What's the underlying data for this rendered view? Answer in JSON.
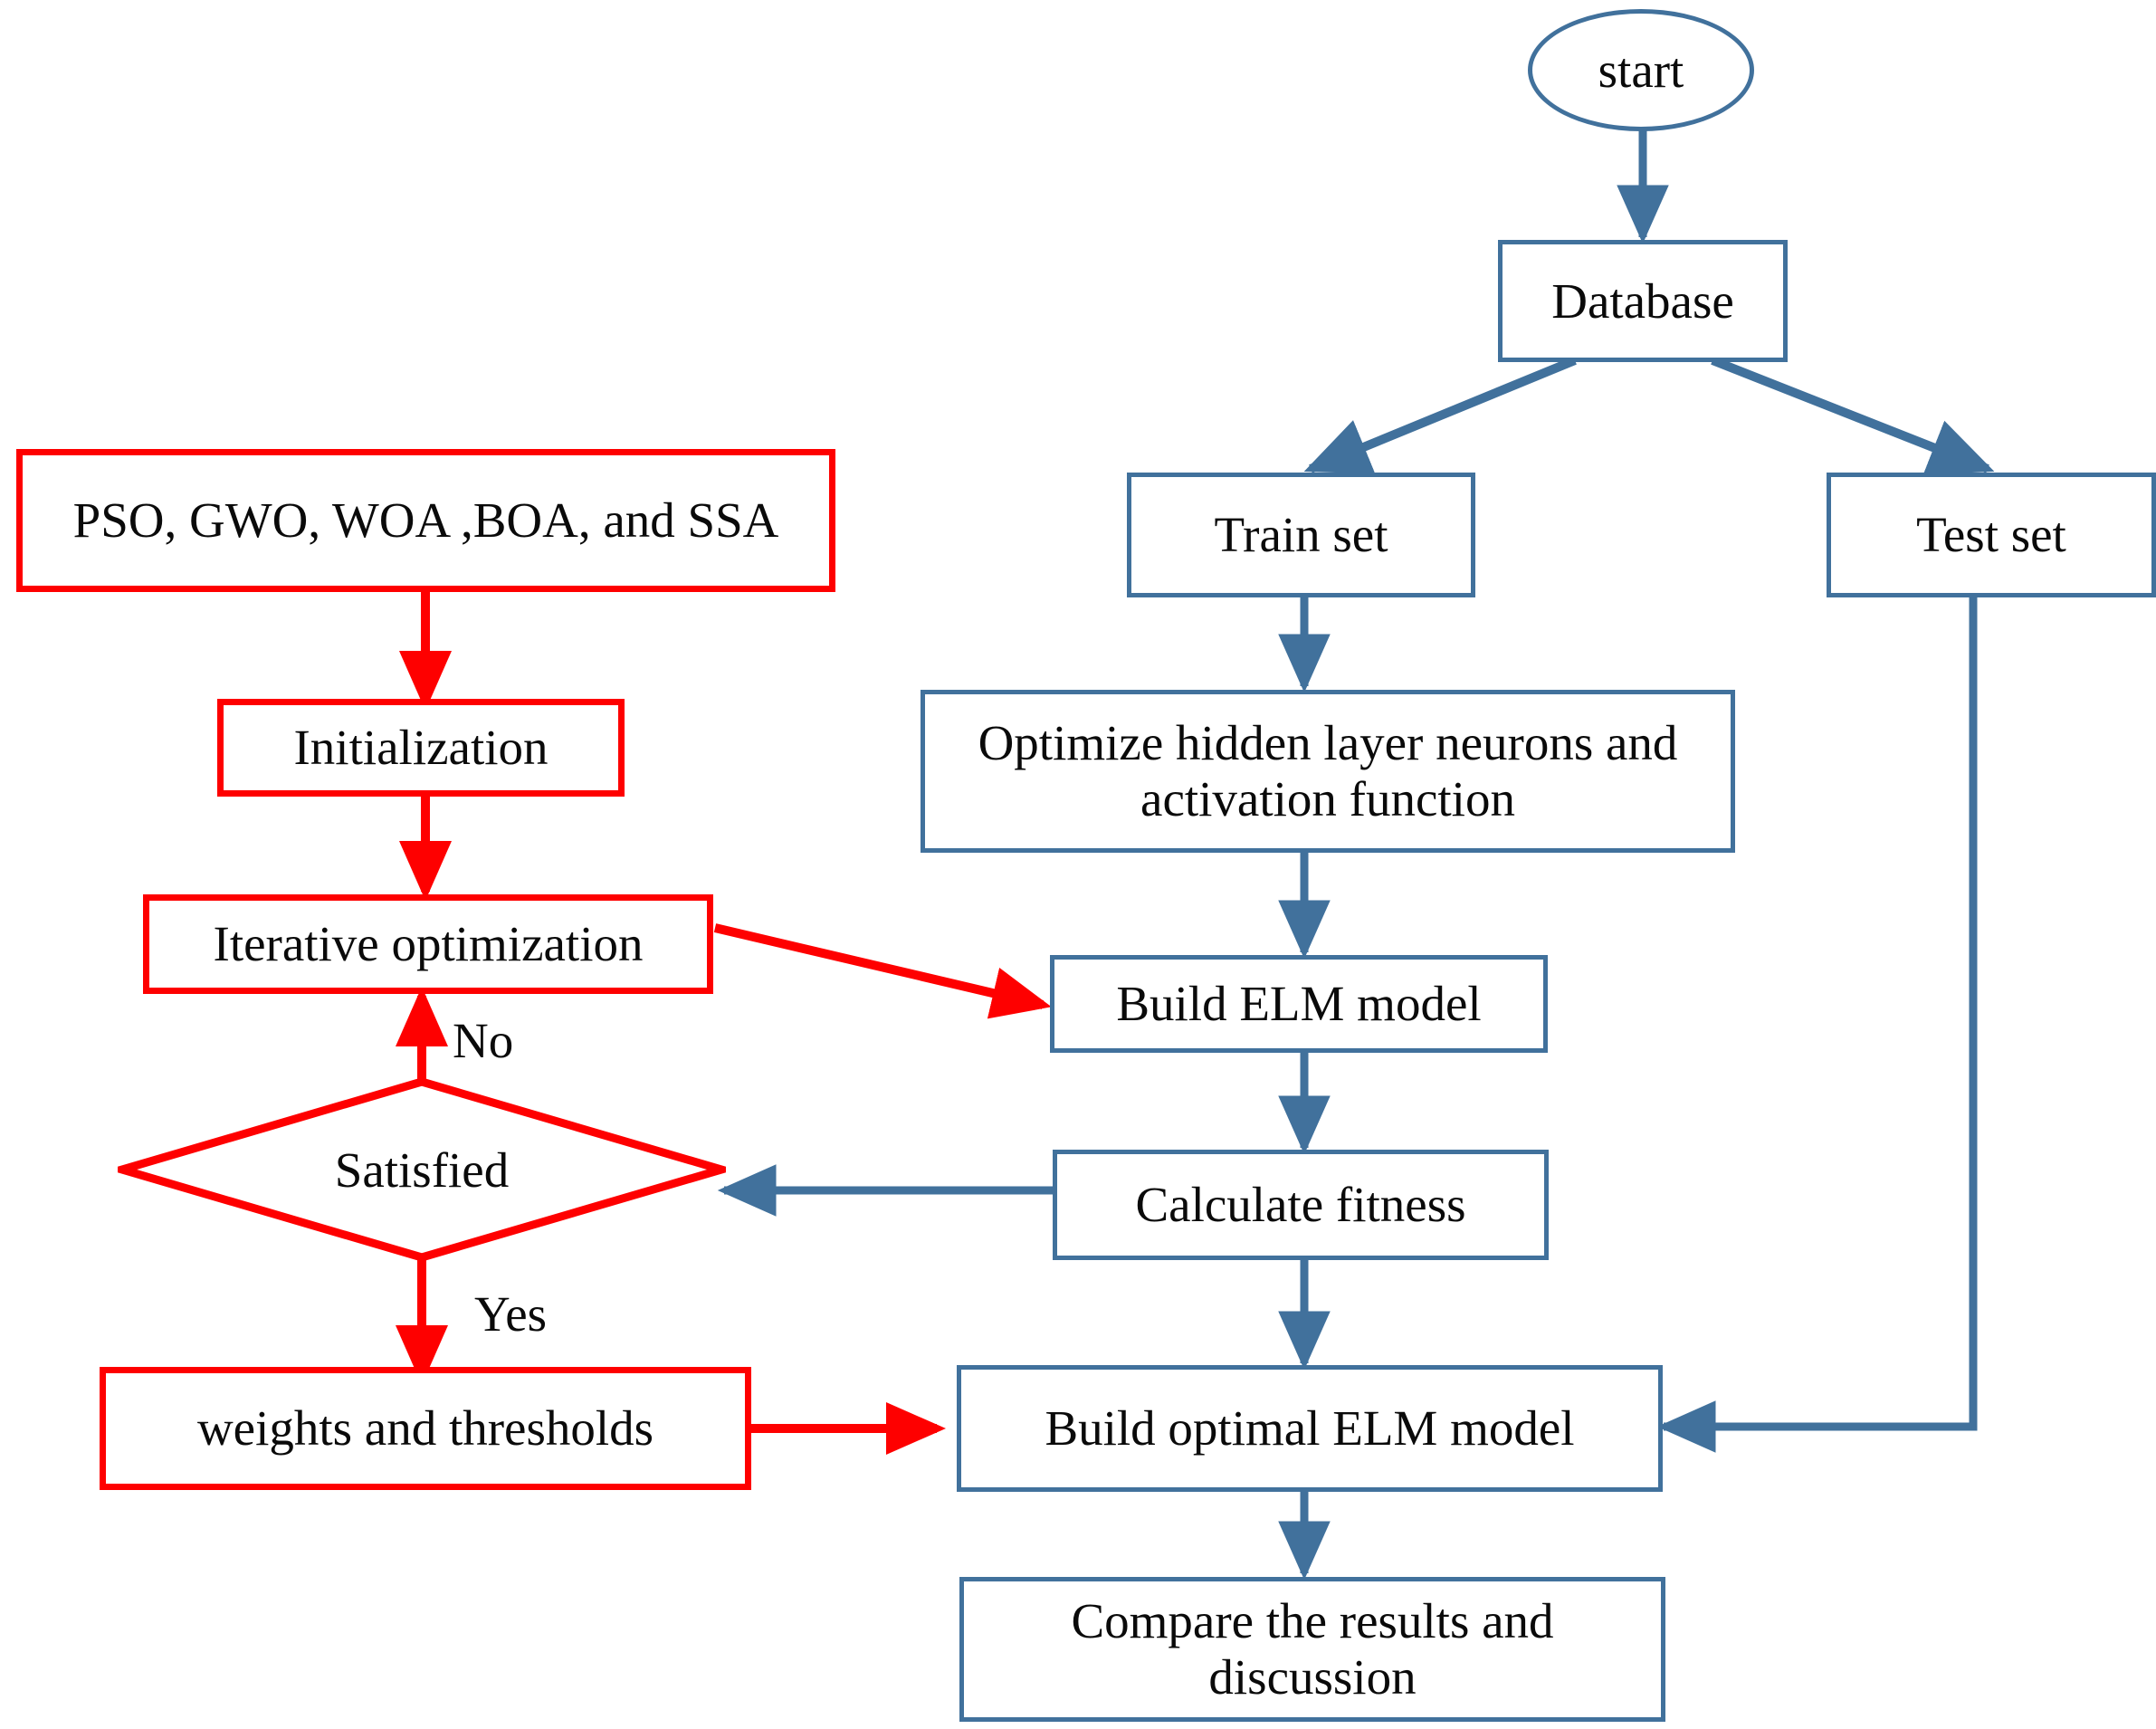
{
  "diagram": {
    "title": "ELM optimization flowchart",
    "colors": {
      "blue": "#41719c",
      "red": "#fe0000",
      "text": "#0a0a0a",
      "background": "#ffffff"
    },
    "nodes": {
      "start": {
        "label": "start",
        "shape": "ellipse",
        "color": "blue"
      },
      "database": {
        "label": "Database",
        "shape": "rectangle",
        "color": "blue"
      },
      "train_set": {
        "label": "Train set",
        "shape": "rectangle",
        "color": "blue"
      },
      "test_set": {
        "label": "Test set",
        "shape": "rectangle",
        "color": "blue"
      },
      "optimize": {
        "label": "Optimize  hidden layer neurons and activation function",
        "shape": "rectangle",
        "color": "blue"
      },
      "build_elm": {
        "label": "Build ELM model",
        "shape": "rectangle",
        "color": "blue"
      },
      "calc_fitness": {
        "label": "Calculate fitness",
        "shape": "rectangle",
        "color": "blue"
      },
      "build_optimal": {
        "label": "Build optimal  ELM model",
        "shape": "rectangle",
        "color": "blue"
      },
      "compare": {
        "label": "Compare the results and discussion",
        "shape": "rectangle",
        "color": "blue"
      },
      "algorithms": {
        "label": "PSO, GWO, WOA ,BOA, and SSA",
        "shape": "rectangle",
        "color": "red"
      },
      "initialization": {
        "label": "Initialization",
        "shape": "rectangle",
        "color": "red"
      },
      "iterative": {
        "label": "Iterative optimization",
        "shape": "rectangle",
        "color": "red"
      },
      "satisfied": {
        "label": "Satisfied",
        "shape": "diamond",
        "color": "red"
      },
      "weights": {
        "label": "weights and thresholds",
        "shape": "rectangle",
        "color": "red"
      }
    },
    "edge_labels": {
      "no": "No",
      "yes": "Yes"
    }
  }
}
